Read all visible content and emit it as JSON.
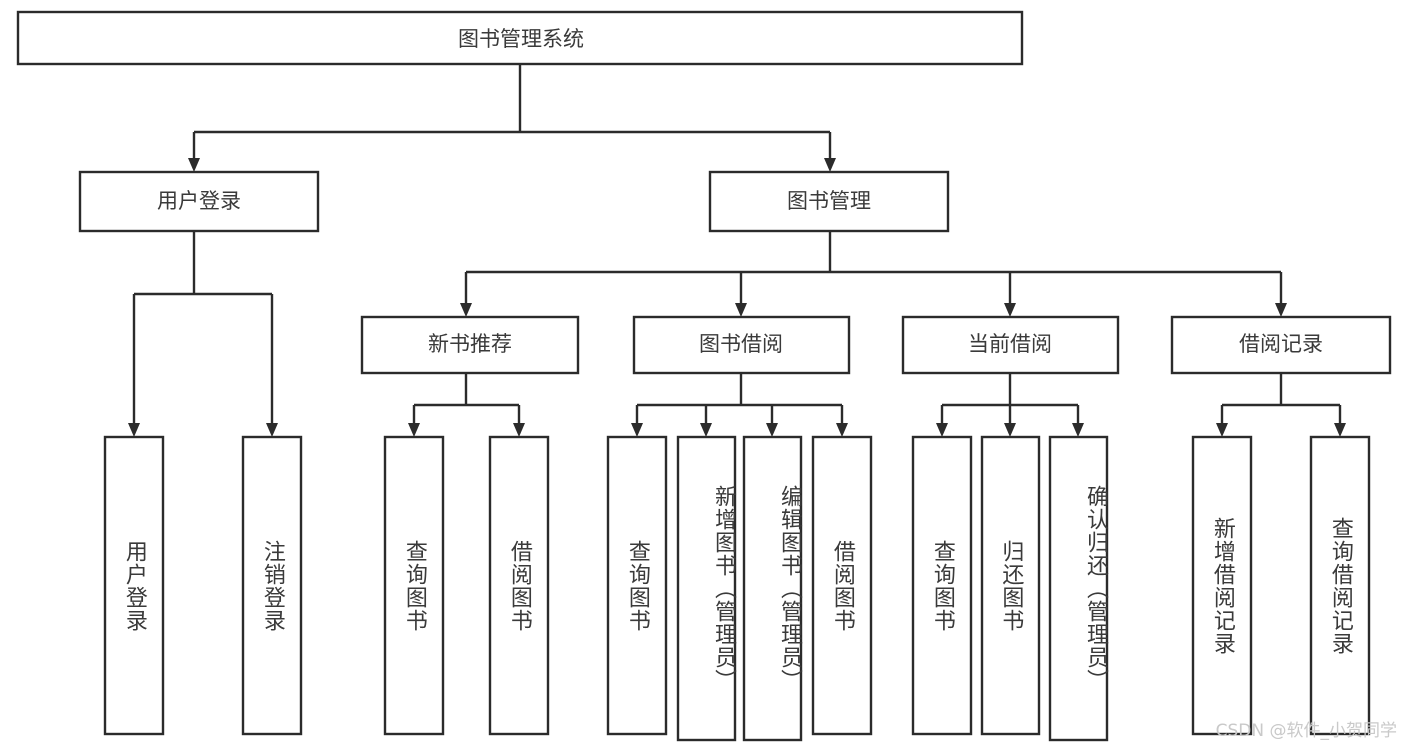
{
  "diagram": {
    "type": "tree",
    "title": "图书管理系统",
    "root": {
      "label": "图书管理系统"
    },
    "level2": [
      {
        "label": "用户登录"
      },
      {
        "label": "图书管理"
      }
    ],
    "level3": [
      {
        "label": "新书推荐"
      },
      {
        "label": "图书借阅"
      },
      {
        "label": "当前借阅"
      },
      {
        "label": "借阅记录"
      }
    ],
    "leaves": {
      "user_login": [
        {
          "label": "用户登录"
        },
        {
          "label": "注销登录"
        }
      ],
      "new_book_recommend": [
        {
          "label": "查询图书"
        },
        {
          "label": "借阅图书"
        }
      ],
      "book_borrow": [
        {
          "label": "查询图书"
        },
        {
          "label": "新增图书（管理员）"
        },
        {
          "label": "编辑图书（管理员）"
        },
        {
          "label": "借阅图书"
        }
      ],
      "current_borrow": [
        {
          "label": "查询图书"
        },
        {
          "label": "归还图书"
        },
        {
          "label": "确认归还（管理员）"
        }
      ],
      "borrow_record": [
        {
          "label": "新增借阅记录"
        },
        {
          "label": "查询借阅记录"
        }
      ]
    }
  },
  "watermark": {
    "text": "CSDN @软件_小贺同学"
  },
  "colors": {
    "stroke": "#2b2b2b",
    "text": "#3a3a3a",
    "background": "#ffffff",
    "watermark": "#c9c9c9"
  }
}
